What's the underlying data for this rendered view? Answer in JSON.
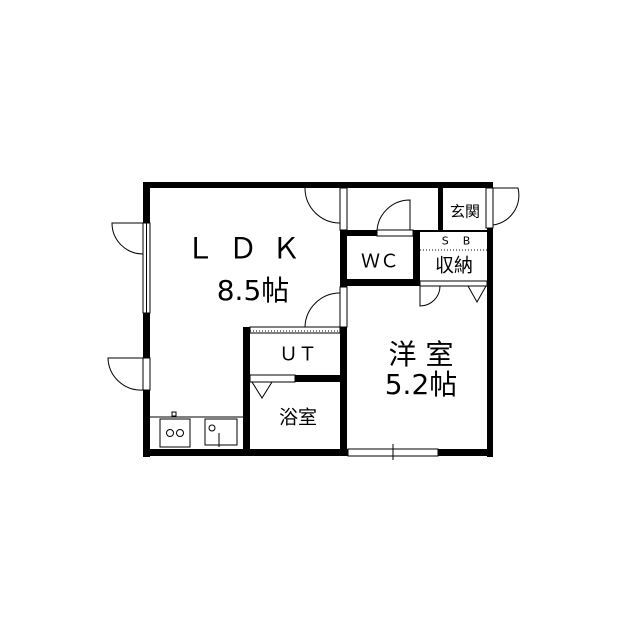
{
  "rooms": {
    "ldk": {
      "name": "ＬＤＫ",
      "size": "8.5帖"
    },
    "wc": {
      "name": "ＷＣ"
    },
    "storage": {
      "name": "収納",
      "tag": "SB"
    },
    "entrance": {
      "name": "玄関"
    },
    "ut": {
      "name": "ＵＴ"
    },
    "bath": {
      "name": "浴室"
    },
    "western": {
      "name": "洋 室",
      "size": "5.2帖"
    }
  },
  "colors": {
    "wall": "#000000",
    "background": "#ffffff"
  }
}
